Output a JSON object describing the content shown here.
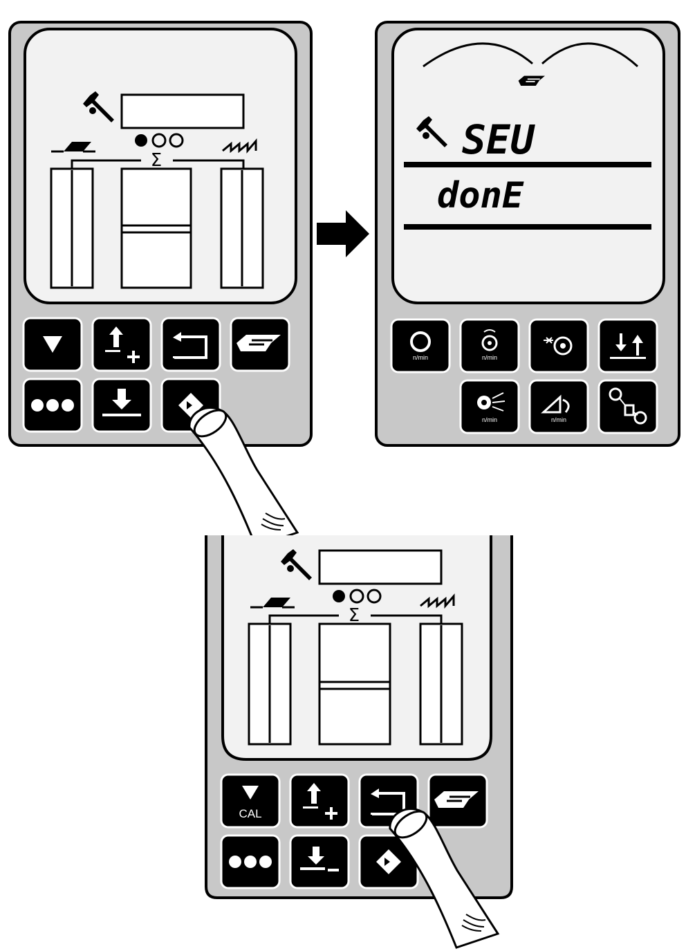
{
  "colors": {
    "panel": "#c8c8c8",
    "lcd": "#f2f2f2",
    "ink": "#000000",
    "key": "#000000",
    "key_symbol": "#ffffff"
  },
  "panel_a": {
    "display": {
      "icons": [
        "wrench-icon",
        "sigma-icon",
        "cut-swath-icon",
        "sawtooth-icon"
      ],
      "sigma": "Σ"
    },
    "keys": [
      {
        "name": "down-arrow-key",
        "icon": "triangle-down"
      },
      {
        "name": "up-plus-key",
        "icon": "arrow-up-plus"
      },
      {
        "name": "return-key",
        "icon": "return-arrow"
      },
      {
        "name": "book-key",
        "icon": "book-icon"
      },
      {
        "name": "three-dots-key",
        "icon": "three-dots"
      },
      {
        "name": "down-key",
        "icon": "arrow-down-line"
      },
      {
        "name": "enter-key",
        "icon": "enter-diamond",
        "pressed": true
      }
    ]
  },
  "panel_b": {
    "display": {
      "line1": "SEU",
      "line2": "donE"
    },
    "keys": [
      {
        "name": "pto-speed-key",
        "label": "n/min"
      },
      {
        "name": "rotor-speed-key",
        "label": "n/min"
      },
      {
        "name": "cutter-key",
        "label": ""
      },
      {
        "name": "height-key",
        "label": ""
      },
      {
        "name": "fan-speed-key",
        "label": "n/min"
      },
      {
        "name": "ground-speed-key",
        "label": "n/min"
      },
      {
        "name": "gear-key",
        "label": ""
      }
    ]
  },
  "panel_c": {
    "display": {
      "sigma": "Σ"
    },
    "keys": [
      {
        "name": "cal-key",
        "label": "CAL"
      },
      {
        "name": "up-plus-key",
        "icon": "arrow-up-plus"
      },
      {
        "name": "return-key",
        "icon": "return-arrow",
        "pressed": true
      },
      {
        "name": "book-key",
        "icon": "book-icon"
      },
      {
        "name": "three-dots-key",
        "icon": "three-dots"
      },
      {
        "name": "down-minus-key",
        "icon": "arrow-down-minus"
      },
      {
        "name": "enter-key",
        "icon": "enter-diamond"
      }
    ]
  },
  "transition": {
    "icon": "right-arrow-icon"
  }
}
